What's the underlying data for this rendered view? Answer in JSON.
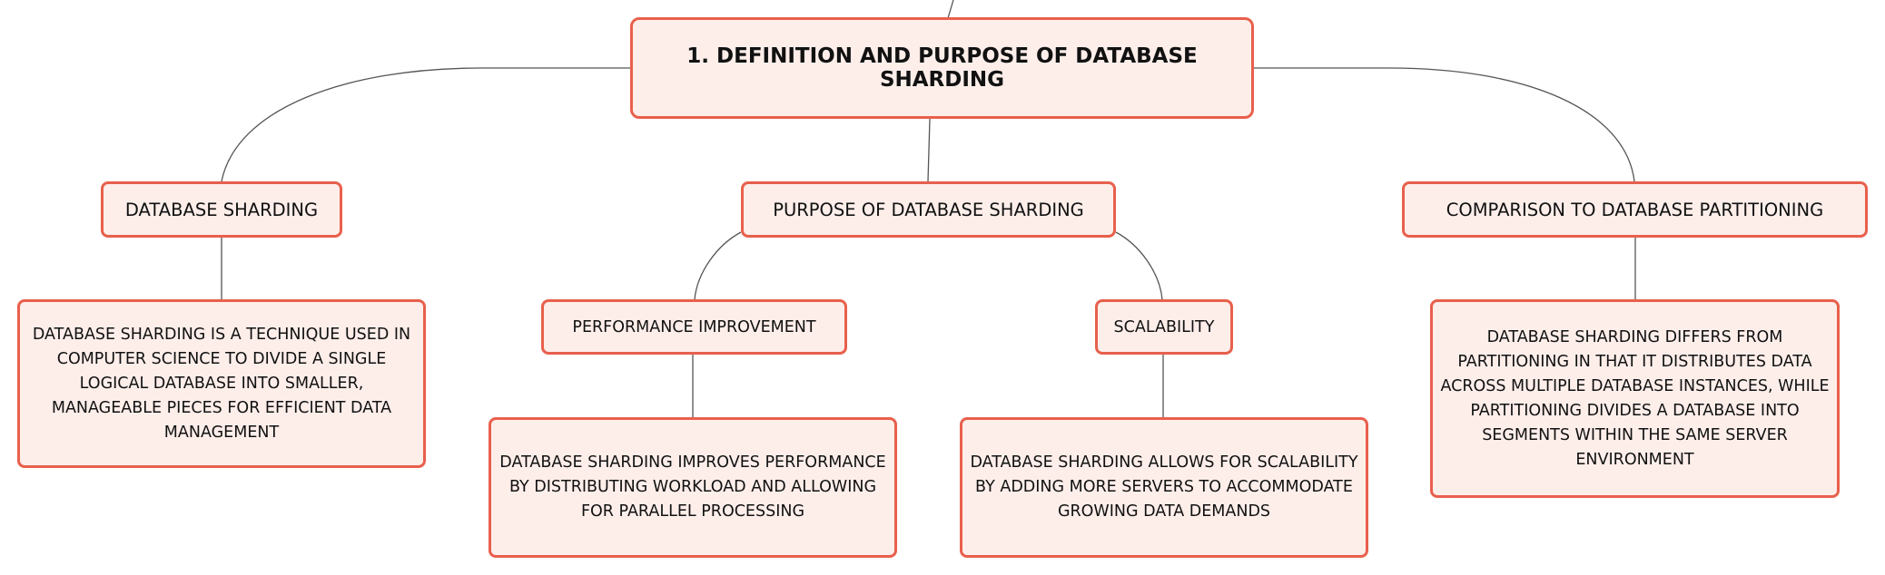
{
  "root": {
    "label": "1. DEFINITION AND PURPOSE OF DATABASE SHARDING"
  },
  "topics": [
    {
      "label": "DATABASE SHARDING",
      "detail": "DATABASE SHARDING IS A TECHNIQUE USED IN COMPUTER SCIENCE TO DIVIDE A SINGLE LOGICAL DATABASE INTO SMALLER, MANAGEABLE PIECES FOR EFFICIENT DATA MANAGEMENT"
    },
    {
      "label": "PURPOSE OF DATABASE SHARDING",
      "children": [
        {
          "label": "PERFORMANCE IMPROVEMENT",
          "detail": "DATABASE SHARDING IMPROVES PERFORMANCE BY DISTRIBUTING WORKLOAD AND ALLOWING FOR PARALLEL PROCESSING"
        },
        {
          "label": "SCALABILITY",
          "detail": "DATABASE SHARDING ALLOWS FOR SCALABILITY BY ADDING MORE SERVERS TO ACCOMMODATE GROWING DATA DEMANDS"
        }
      ]
    },
    {
      "label": "COMPARISON TO DATABASE PARTITIONING",
      "detail": "DATABASE SHARDING DIFFERS FROM PARTITIONING IN THAT IT DISTRIBUTES DATA ACROSS MULTIPLE DATABASE INSTANCES, WHILE PARTITIONING DIVIDES A DATABASE INTO SEGMENTS WITHIN THE SAME SERVER ENVIRONMENT"
    }
  ],
  "colors": {
    "node_fill": "#fdeeea",
    "node_border": "#e8604c",
    "connector": "#555555",
    "text": "#111111"
  }
}
